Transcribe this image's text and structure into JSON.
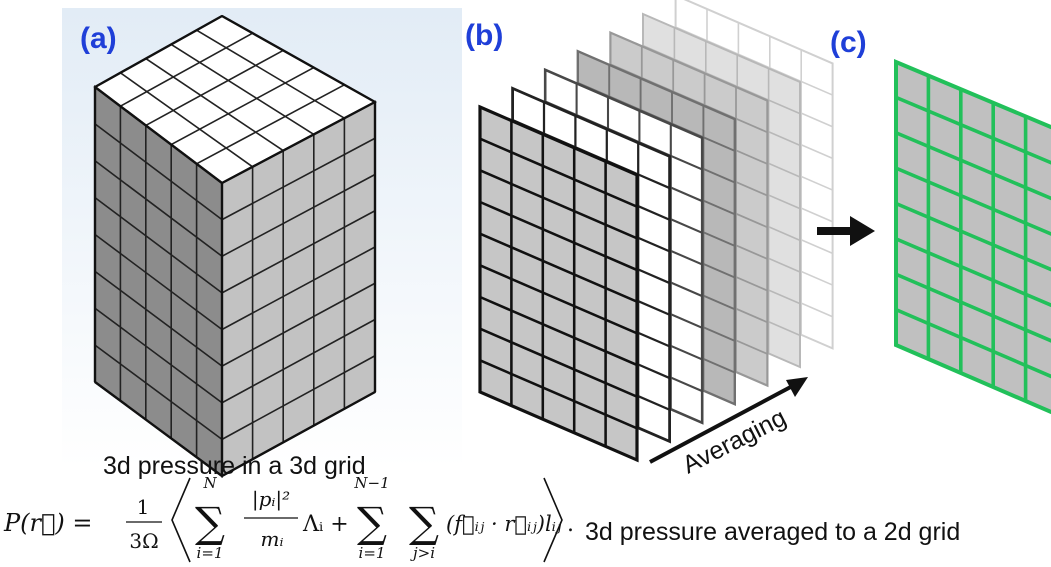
{
  "panels": {
    "a": {
      "label": "(a)",
      "caption": "3d pressure in a 3d grid"
    },
    "b": {
      "label": "(b)",
      "arrow_label": "Averaging",
      "caption": "3d pressure averaged to a 2d grid"
    },
    "c": {
      "label": "(c)"
    }
  },
  "formula": {
    "lhs": "P(r⃗) =",
    "prefactor_num": "1",
    "prefactor_den": "3Ω",
    "sum1_upper": "N",
    "sum1_lower": "i=1",
    "term1_num": "|pᵢ|²",
    "term1_den": "mᵢ",
    "term1_tail": "Λᵢ +",
    "sum2_upper": "N−1",
    "sum2_lower": "i=1",
    "sum3_lower": "j>i",
    "term2": "(f⃗ᵢⱼ · r⃗ᵢⱼ)lᵢⱼ",
    "end": "."
  },
  "colors": {
    "label_blue": "#1f3fd8",
    "grid_green": "#22c05a",
    "cell_gray": "#c0c0c0",
    "side_gray": "#8d8d8d",
    "panel_a_bg": "#e9f0f8"
  }
}
